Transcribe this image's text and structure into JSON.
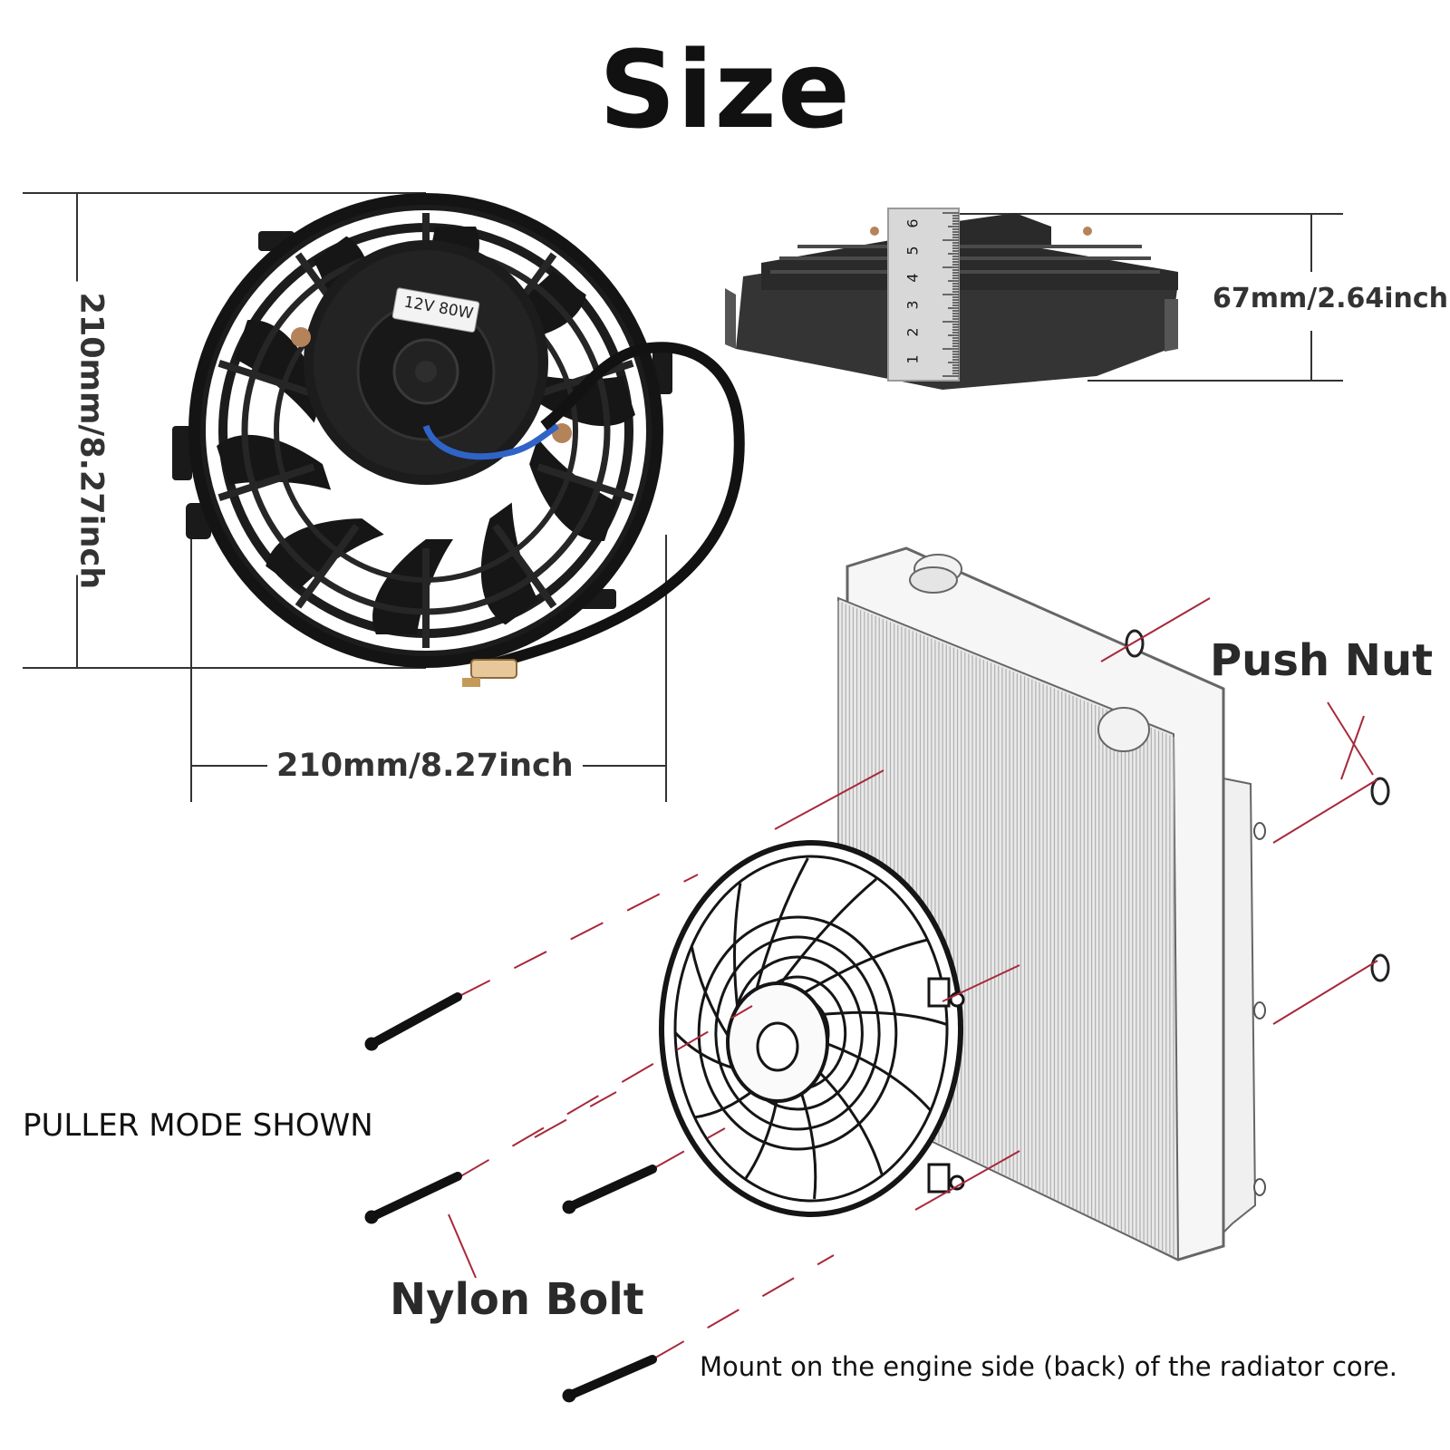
{
  "title": "Size",
  "dimensions": {
    "height_label": "210mm/8.27inch",
    "width_label": "210mm/8.27inch",
    "depth_label": "67mm/2.64inch"
  },
  "fan_badge": "12V 80W",
  "ruler_numbers": [
    "1",
    "2",
    "3",
    "4",
    "5",
    "6"
  ],
  "callouts": {
    "push_nut": "Push Nut",
    "nylon_bolt": "Nylon Bolt"
  },
  "mode_note": "PULLER MODE SHOWN",
  "mount_note": "Mount on the engine side (back) of the radiator core.",
  "colors": {
    "fan_body": "#111111",
    "dimension_line": "#333333",
    "guide_line": "#a8283a",
    "radiator_fill": "#f6f6f6",
    "wire_blue": "#2f63c8"
  }
}
